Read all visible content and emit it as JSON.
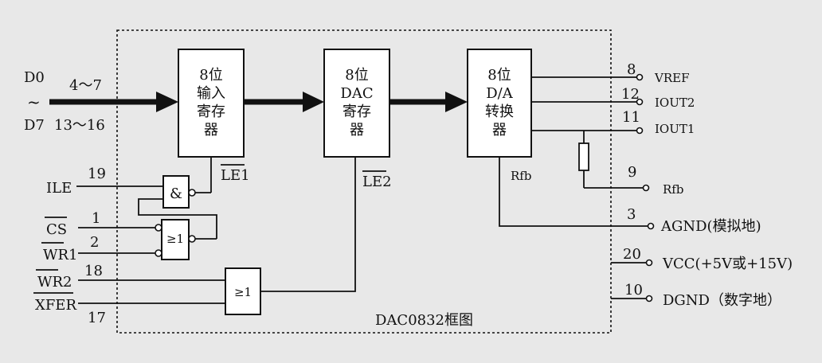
{
  "title": "DAC0832框图",
  "inputs": {
    "d_top": "D0",
    "d_tilde": "~",
    "d_bottom": "D7",
    "pins_top": "4～7",
    "pins_bottom": "13～16"
  },
  "blocks": {
    "input_register": [
      "8位",
      "输入",
      "寄存",
      "器"
    ],
    "dac_register": [
      "8位",
      "DAC",
      "寄存",
      "器"
    ],
    "converter": [
      "8位",
      "D/A",
      "转换",
      "器"
    ],
    "rfb_internal": "Rfb"
  },
  "gates": {
    "and_symbol": "&",
    "or1_symbol": "≥1",
    "or2_symbol": "≥1",
    "le1": "LE1",
    "le2": "LE2"
  },
  "left_pins": [
    {
      "name": "ILE",
      "num": "19"
    },
    {
      "name": "CS",
      "num": "1"
    },
    {
      "name": "WR1",
      "num": "2"
    },
    {
      "name": "WR2",
      "num": "18"
    },
    {
      "name": "XFER",
      "num": "17"
    }
  ],
  "right_pins": [
    {
      "num": "8",
      "name": "VREF"
    },
    {
      "num": "12",
      "name": "IOUT2"
    },
    {
      "num": "11",
      "name": "IOUT1"
    },
    {
      "num": "9",
      "name": "Rfb"
    },
    {
      "num": "3",
      "name": "AGND(模拟地)"
    },
    {
      "num": "20",
      "name": "VCC(+5V或+15V)"
    },
    {
      "num": "10",
      "name": "DGND（数字地）"
    }
  ]
}
